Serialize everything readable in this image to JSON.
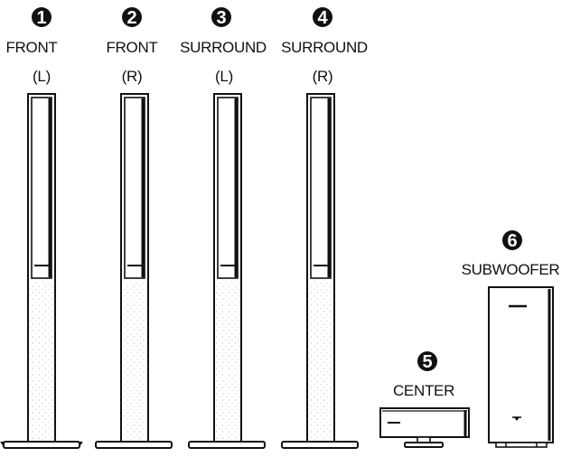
{
  "speakers": [
    {
      "number": "1",
      "name": "FRONT",
      "side": "(L)"
    },
    {
      "number": "2",
      "name": "FRONT",
      "side": "(R)"
    },
    {
      "number": "3",
      "name": "SURROUND",
      "side": "(L)"
    },
    {
      "number": "4",
      "name": "SURROUND",
      "side": "(R)"
    },
    {
      "number": "5",
      "name": "CENTER"
    },
    {
      "number": "6",
      "name": "SUBWOOFER"
    }
  ],
  "colors": {
    "line": "#111111",
    "fill": "#ffffff",
    "badge": "#111111"
  }
}
